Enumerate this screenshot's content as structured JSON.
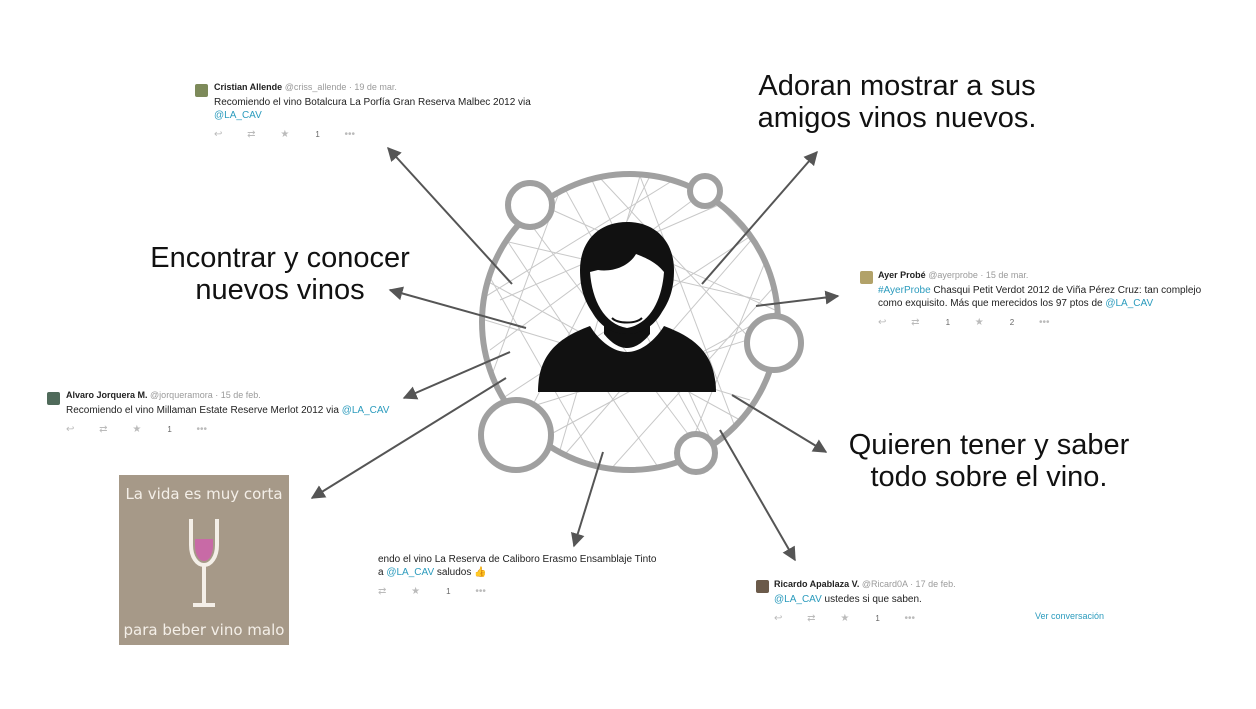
{
  "captions": {
    "encontrar": [
      "Encontrar y conocer",
      "nuevos vinos"
    ],
    "adoran": [
      "Adoran mostrar a sus",
      "amigos vinos nuevos."
    ],
    "quieren": [
      "Quieren tener y saber",
      "todo sobre el vino."
    ]
  },
  "tweets": {
    "cristian": {
      "name": "Cristian Allende",
      "handle": "@criss_allende",
      "date": "· 19 de mar.",
      "text_1": "Recomiendo el vino Botalcura La Porfía Gran Reserva Malbec 2012 via",
      "mention": "@LA_CAV",
      "fav_count": "1"
    },
    "ayer": {
      "name": "Ayer Probé",
      "handle": "@ayerprobe",
      "date": "· 15 de mar.",
      "hashtag": "#AyerProbe",
      "text_1": " Chasqui Petit Verdot 2012 de Viña Pérez Cruz: tan complejo",
      "text_2": "como exquisito. Más que merecidos los 97 ptos de ",
      "mention": "@LA_CAV",
      "rt_count": "1",
      "fav_count": "2"
    },
    "alvaro": {
      "name": "Alvaro Jorquera M.",
      "handle": "@jorqueramora",
      "date": "· 15 de feb.",
      "text_1": "Recomiendo el vino Millaman Estate Reserve Merlot 2012 via ",
      "mention": "@LA_CAV",
      "fav_count": "1"
    },
    "caliboro": {
      "text_1": "endo el vino La Reserva de Caliboro Erasmo Ensamblaje Tinto",
      "prefix": "a ",
      "mention": "@LA_CAV",
      "text_2": " saludos",
      "emoji": "👍",
      "fav_count": "1"
    },
    "ricardo": {
      "name": "Ricardo Apablaza V.",
      "handle": "@Ricard0A",
      "date": "· 17 de feb.",
      "mention": "@LA_CAV",
      "text_1": " ustedes si que saben.",
      "fav_count": "1",
      "ver": "Ver conversación"
    }
  },
  "poster": {
    "top_text": "La vida es muy corta",
    "bottom_text": "para beber vino malo"
  },
  "icons": {
    "reply": "↩",
    "retweet": "⇄",
    "favorite": "★",
    "more": "•••"
  },
  "colors": {
    "mention": "#2b9bbd",
    "ring": "#a0a0a0",
    "arrow": "#555555",
    "poster_bg": "#a69988",
    "wine": "#c86aa6"
  }
}
